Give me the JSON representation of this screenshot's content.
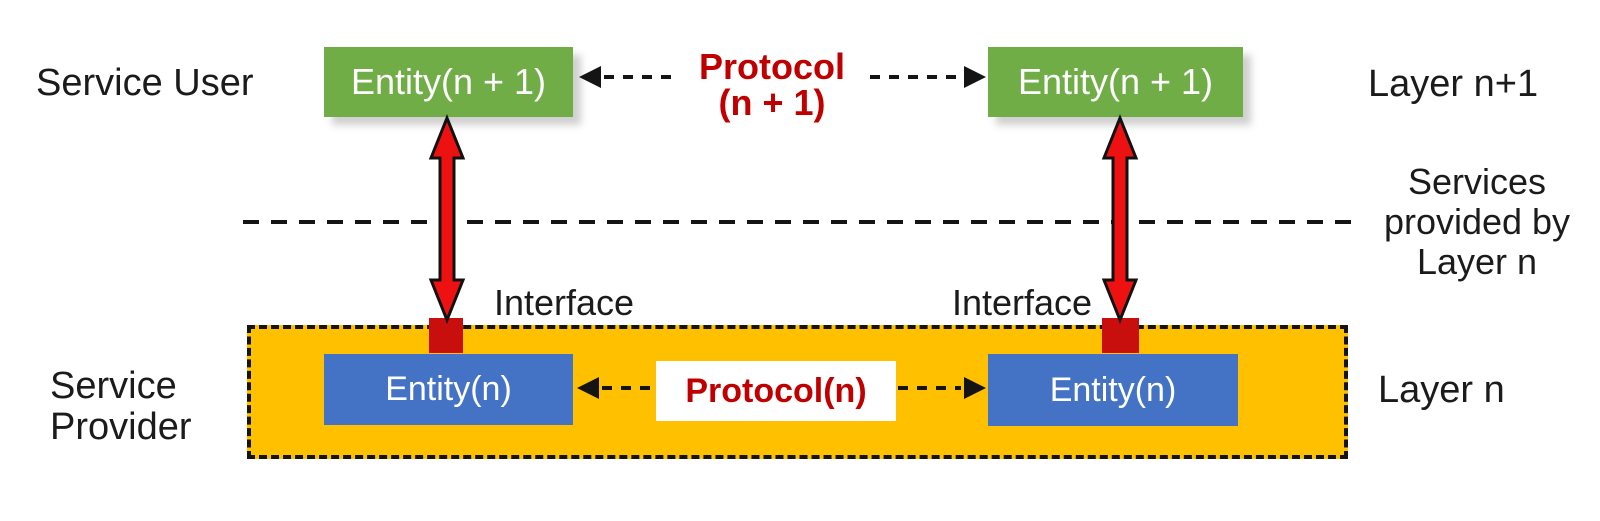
{
  "diagram": {
    "left_labels": {
      "service_user": "Service User",
      "service_provider_line1": "Service",
      "service_provider_line2": "Provider"
    },
    "right_labels": {
      "layer_n_plus_1": "Layer n+1",
      "services_note_line1": "Services",
      "services_note_line2": "provided by",
      "services_note_line3": "Layer n",
      "layer_n": "Layer n"
    },
    "upper_layer": {
      "entity_left": "Entity(n + 1)",
      "entity_right": "Entity(n + 1)",
      "protocol_line1": "Protocol",
      "protocol_line2": "(n + 1)"
    },
    "lower_layer": {
      "entity_left": "Entity(n)",
      "entity_right": "Entity(n)",
      "protocol": "Protocol(n)",
      "interface_left": "Interface",
      "interface_right": "Interface"
    },
    "colors": {
      "entity_upper_green": "#70AD47",
      "entity_lower_blue": "#4472C4",
      "layer_band_orange": "#FFC000",
      "protocol_text_red": "#C00000",
      "arrow_red": "#EE1111",
      "interface_square_red": "#C90E0E",
      "text_black": "#1B1B1B"
    }
  }
}
